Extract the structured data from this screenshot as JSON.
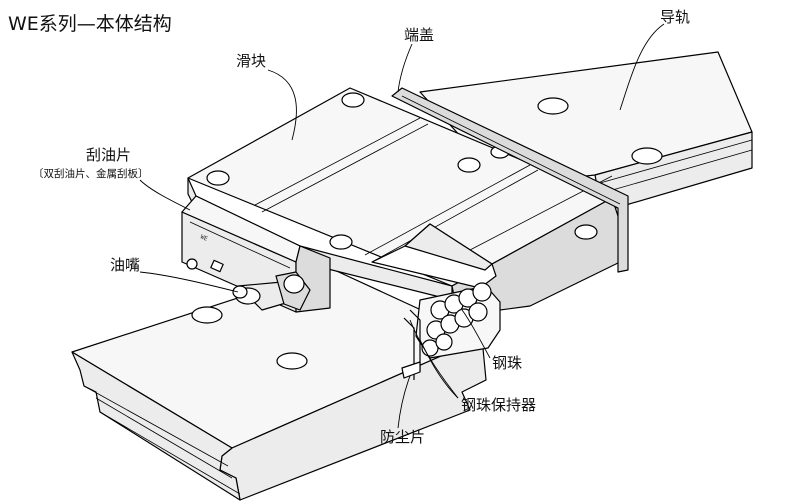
{
  "title": "WE系列—本体结构",
  "labels": {
    "slider": "滑块",
    "end_cap": "端盖",
    "rail": "导轨",
    "scraper": "刮油片",
    "scraper_note": "〔双刮油片、金属刮板〕",
    "grease_nipple": "油嘴",
    "ball": "钢珠",
    "ball_retainer": "钢珠保持器",
    "dust_strip": "防尘片"
  }
}
